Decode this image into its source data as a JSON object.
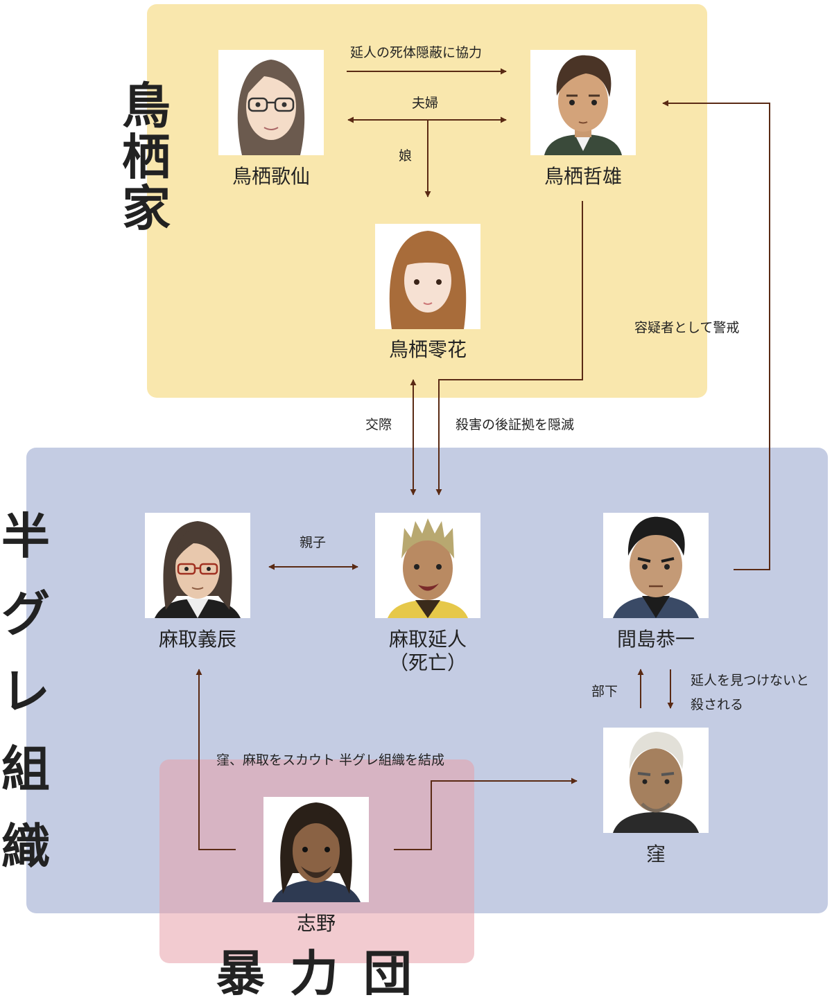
{
  "groups": {
    "family": "鳥\n栖\n家",
    "gang": "半\nグ\nレ\n組\n織",
    "yakuza": "暴力団"
  },
  "colors": {
    "family_bg": "#f9e7ad",
    "gang_bg": "#c4cce3",
    "yakuza_bg": "#e8a0aa",
    "arrow": "#5a2a14"
  },
  "people": {
    "kasen": "鳥栖歌仙",
    "tetsuo": "鳥栖哲雄",
    "reika": "鳥栖零花",
    "yoshitoki": "麻取義辰",
    "nobuto": "麻取延人\n（死亡）",
    "majima": "間島恭一",
    "kubo": "窪",
    "shino": "志野"
  },
  "relations": {
    "cover_up": "延人の死体隠蔽に協力",
    "married": "夫婦",
    "daughter": "娘",
    "dating": "交際",
    "killed": "殺害の後証拠を隠滅",
    "suspect": "容疑者として警戒",
    "parent_child": "親子",
    "subordinate": "部下",
    "threat": "延人を見つけないと\n殺される",
    "scout": "窪、麻取をスカウト 半グレ組織を結成"
  }
}
